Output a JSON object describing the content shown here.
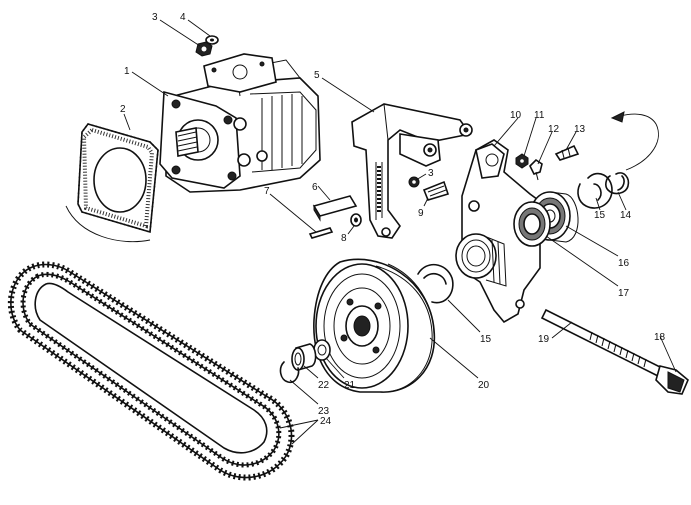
{
  "labels": [
    {
      "id": "1",
      "text": "1"
    },
    {
      "id": "2",
      "text": "2"
    },
    {
      "id": "3a",
      "text": "3"
    },
    {
      "id": "4",
      "text": "4"
    },
    {
      "id": "5",
      "text": "5"
    },
    {
      "id": "6",
      "text": "6"
    },
    {
      "id": "7",
      "text": "7"
    },
    {
      "id": "8",
      "text": "8"
    },
    {
      "id": "3b",
      "text": "3"
    },
    {
      "id": "9",
      "text": "9"
    },
    {
      "id": "10",
      "text": "10"
    },
    {
      "id": "11",
      "text": "11"
    },
    {
      "id": "12",
      "text": "12"
    },
    {
      "id": "13",
      "text": "13"
    },
    {
      "id": "14",
      "text": "14"
    },
    {
      "id": "15a",
      "text": "15"
    },
    {
      "id": "16",
      "text": "16"
    },
    {
      "id": "17",
      "text": "17"
    },
    {
      "id": "15b",
      "text": "15"
    },
    {
      "id": "18",
      "text": "18"
    },
    {
      "id": "19",
      "text": "19"
    },
    {
      "id": "20",
      "text": "20"
    },
    {
      "id": "21",
      "text": "21"
    },
    {
      "id": "22",
      "text": "22"
    },
    {
      "id": "23",
      "text": "23"
    },
    {
      "id": "24",
      "text": "24"
    }
  ]
}
